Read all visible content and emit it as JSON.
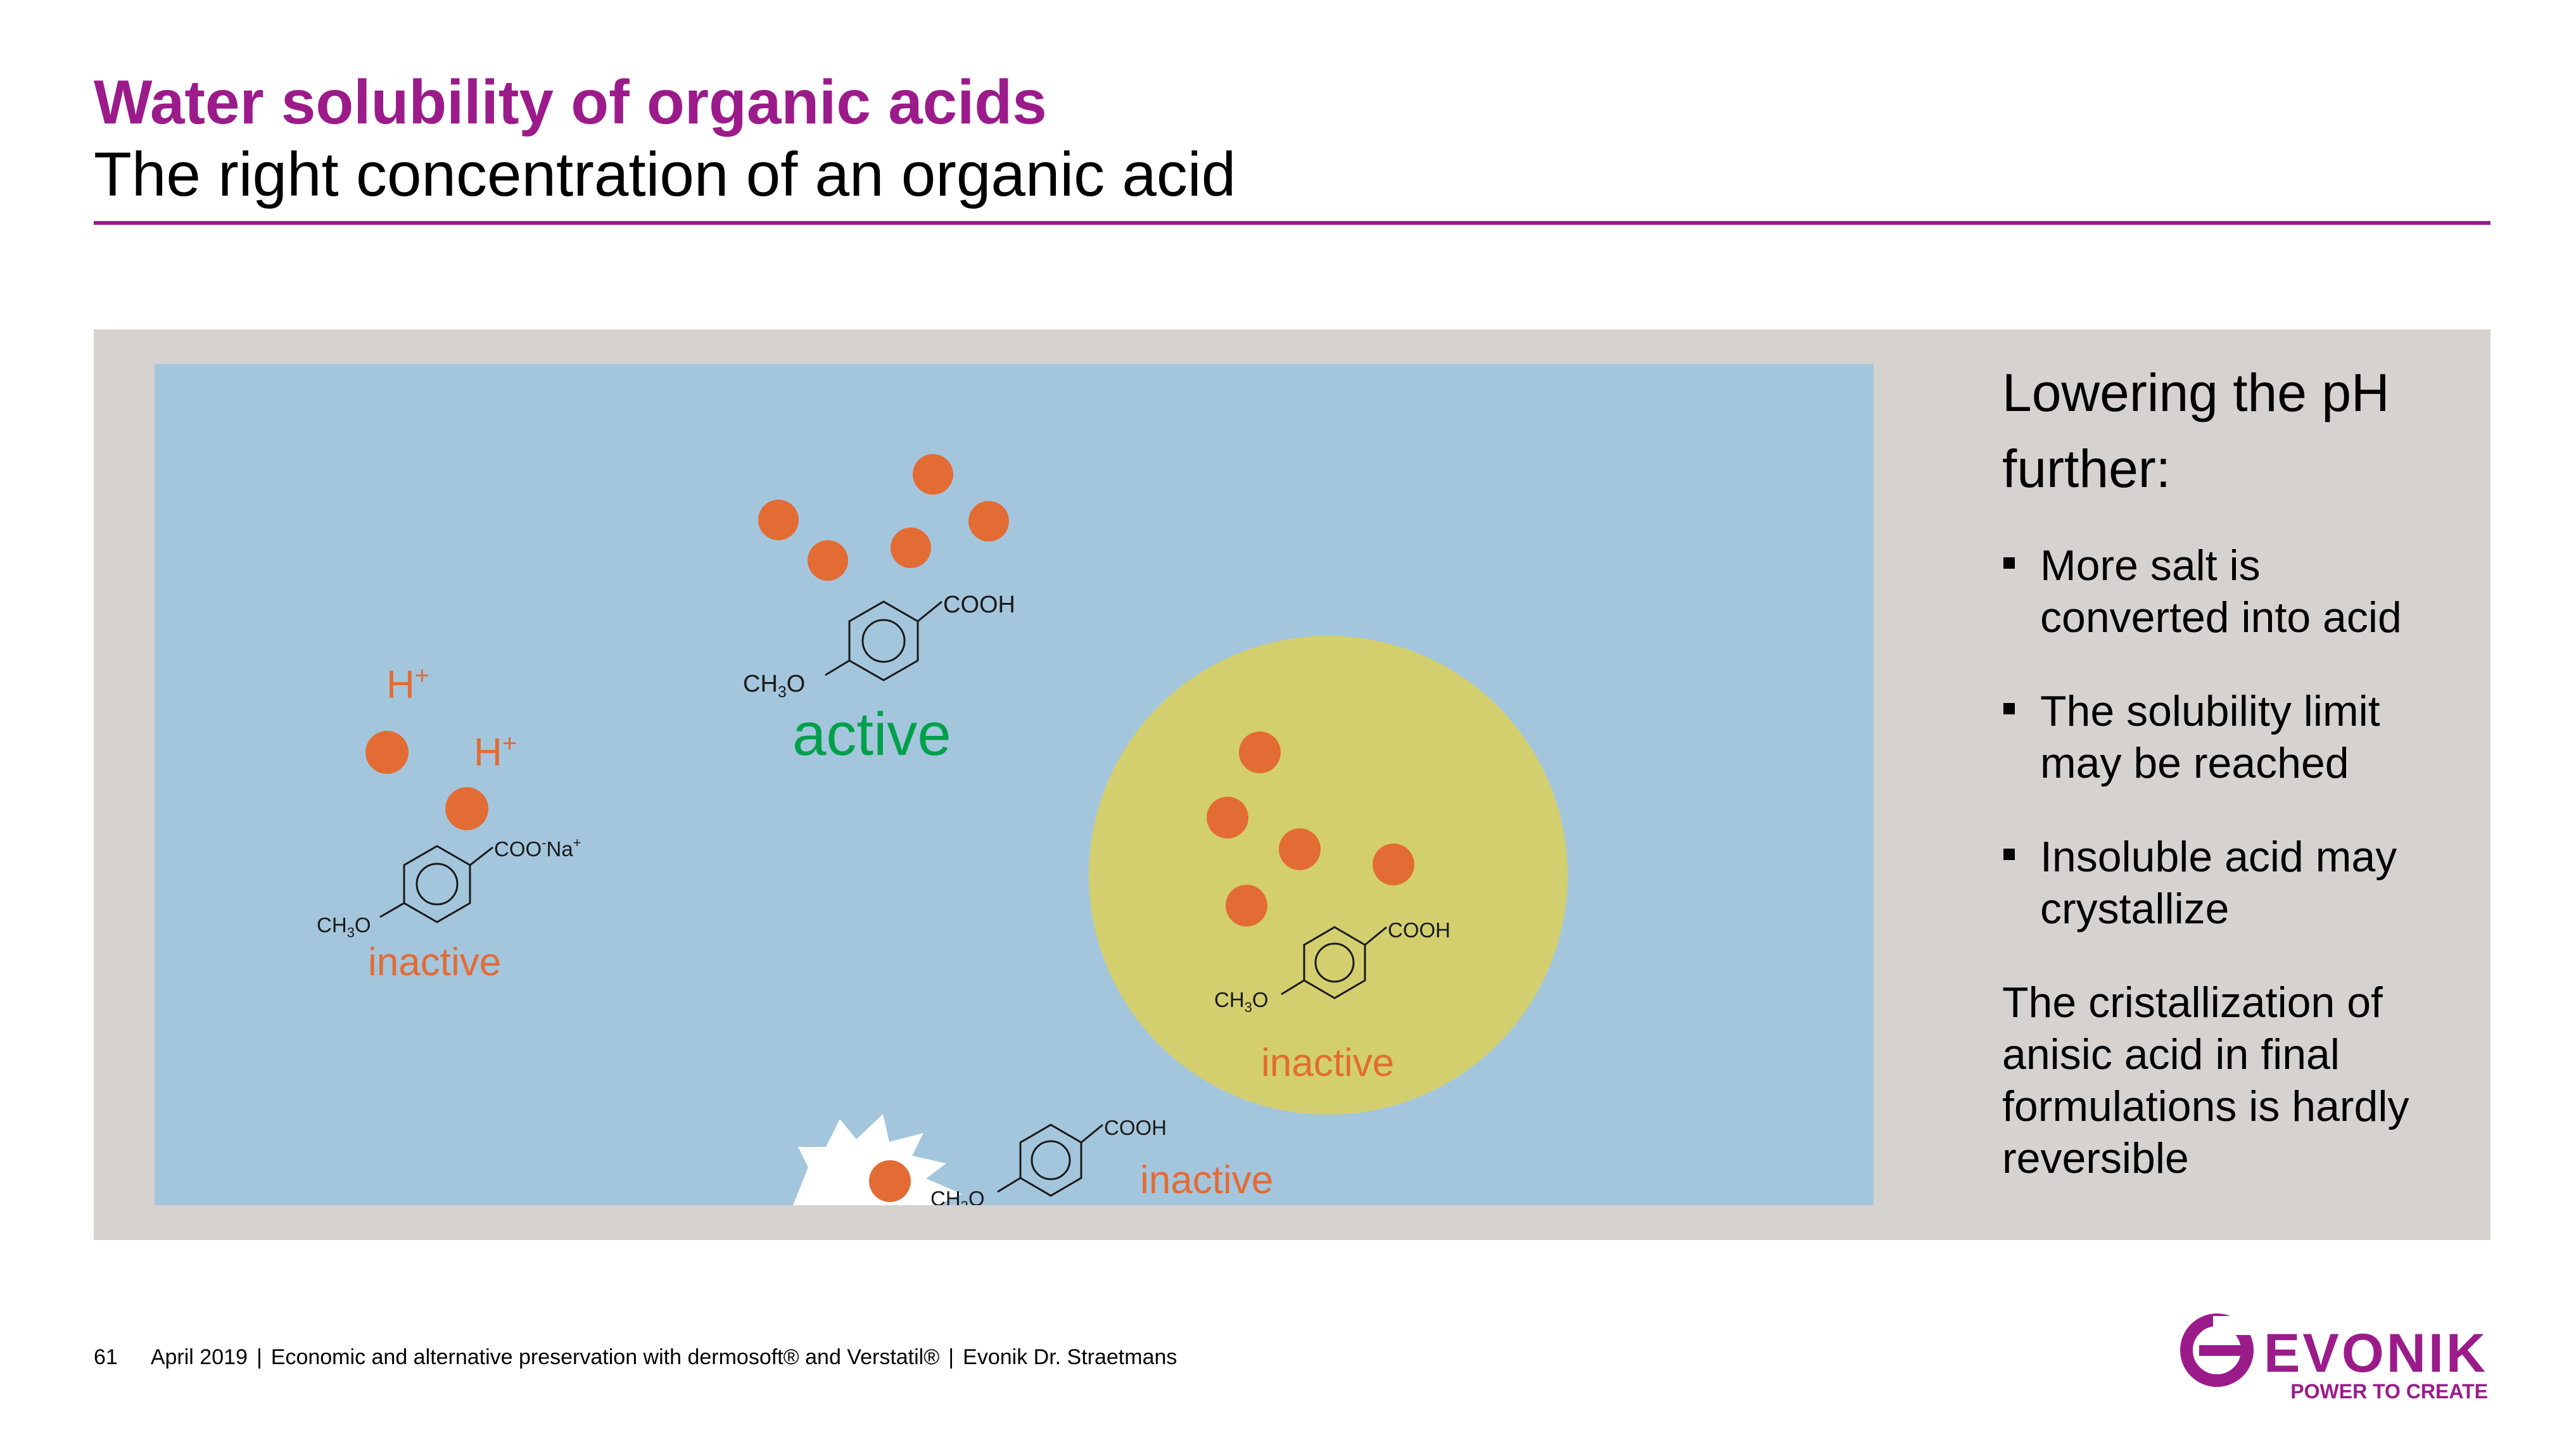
{
  "header": {
    "title": "Water solubility of organic acids",
    "subtitle": "The right concentration of an organic acid"
  },
  "diagram": {
    "ion_label": "H",
    "ion_charge": "+",
    "salt_group": "COO",
    "salt_minus": "-",
    "salt_counter": "Na",
    "salt_plus": "+",
    "acid_group": "COOH",
    "methoxy_c": "CH",
    "methoxy_sub": "3",
    "methoxy_o": "O",
    "label_active": "active",
    "label_inactive": "inactive"
  },
  "side": {
    "heading_line1": "Lowering the pH",
    "heading_line2": "further:",
    "bullets": [
      [
        "More salt is",
        "converted into acid"
      ],
      [
        "The solubility limit",
        "may be reached"
      ],
      [
        "Insoluble acid may",
        "crystallize"
      ]
    ],
    "note": [
      "The cristallization of",
      "anisic acid in final",
      "formulations is hardly",
      "reversible"
    ]
  },
  "footer": {
    "page": "61",
    "date": "April 2019",
    "separator": "|",
    "topic": "Economic and alternative preservation with dermosoft® and Verstatil®",
    "author": "Evonik Dr. Straetmans"
  },
  "logo": {
    "name": "EVONIK",
    "tagline": "POWER TO CREATE"
  },
  "colors": {
    "brand": "#9c1b8b",
    "water": "#a4c6dd",
    "panel": "#d6d2cf",
    "droplet": "#e36c34",
    "crystal_zone": "#d3cf6e",
    "active": "#00a04b",
    "inactive": "#e36c34"
  }
}
